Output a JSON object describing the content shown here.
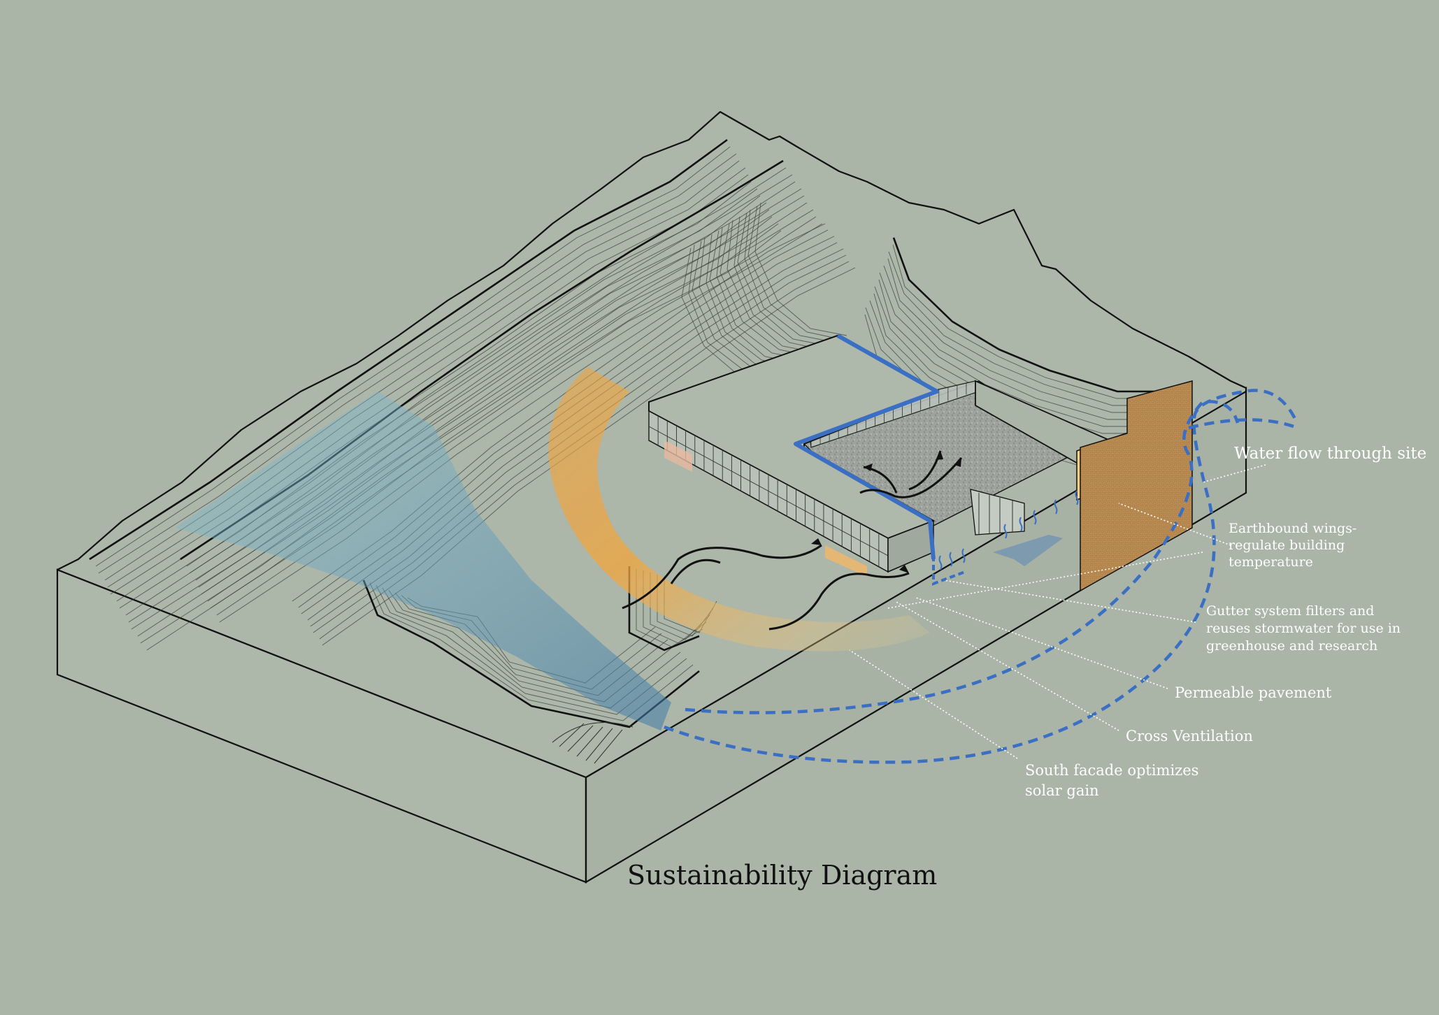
{
  "title": "Sustainability Diagram",
  "labels": {
    "water_flow": "Water flow through site",
    "earthbound": [
      "Earthbound wings-",
      "regulate building",
      "temperature"
    ],
    "gutter": [
      "Gutter system filters and",
      "reuses stormwater for use in",
      "greenhouse and research"
    ],
    "permeable": "Permeable pavement",
    "cross_vent": "Cross Ventilation",
    "south_facade": [
      "South facade optimizes",
      "solar gain"
    ]
  },
  "colors": {
    "background": "#aab4a7",
    "water_flow": "#3a6fc4",
    "solar_arc": "#f2a53c",
    "earth": "#c99a5b",
    "water_shade": "#7fb6cf",
    "label_text": "#ffffff",
    "title_text": "#111111"
  }
}
